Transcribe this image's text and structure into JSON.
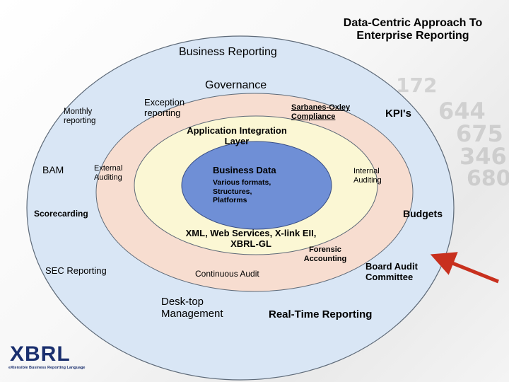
{
  "title": "Data-Centric Approach To Enterprise Reporting",
  "rings": {
    "outer": "Business Reporting",
    "second": "Governance",
    "third": "Application Integration Layer",
    "core": {
      "title": "Business Data",
      "subtitle": "Various formats, Structures, Platforms"
    }
  },
  "labels": {
    "monthly_reporting": "Monthly reporting",
    "exception_reporting": "Exception reporting",
    "sarbanes_oxley": "Sarbanes-Oxley Compliance",
    "kpis": "KPI's",
    "bam": "BAM",
    "external_auditing": "External Auditing",
    "internal_auditing": "Internal Auditing",
    "scorecarding": "Scorecarding",
    "budgets": "Budgets",
    "xml_services": "XML, Web Services, X-link EII, XBRL-GL",
    "forensic_accounting": "Forensic Accounting",
    "sec_reporting": "SEC Reporting",
    "continuous_audit": "Continuous Audit",
    "board_audit": "Board Audit Committee",
    "desktop_management": "Desk-top Management",
    "real_time_reporting": "Real-Time Reporting"
  },
  "logo": {
    "word": "XBRL",
    "tagline": "eXtensible Business Reporting Language"
  },
  "background_numbers": [
    "172",
    "644",
    "675",
    "346",
    "680"
  ],
  "colors": {
    "outer_ring": "#d9e6f5",
    "second_ring": "#f7ddd0",
    "third_ring": "#fbf7d4",
    "core": "#6f8fd6",
    "arrow": "#c8301e"
  }
}
